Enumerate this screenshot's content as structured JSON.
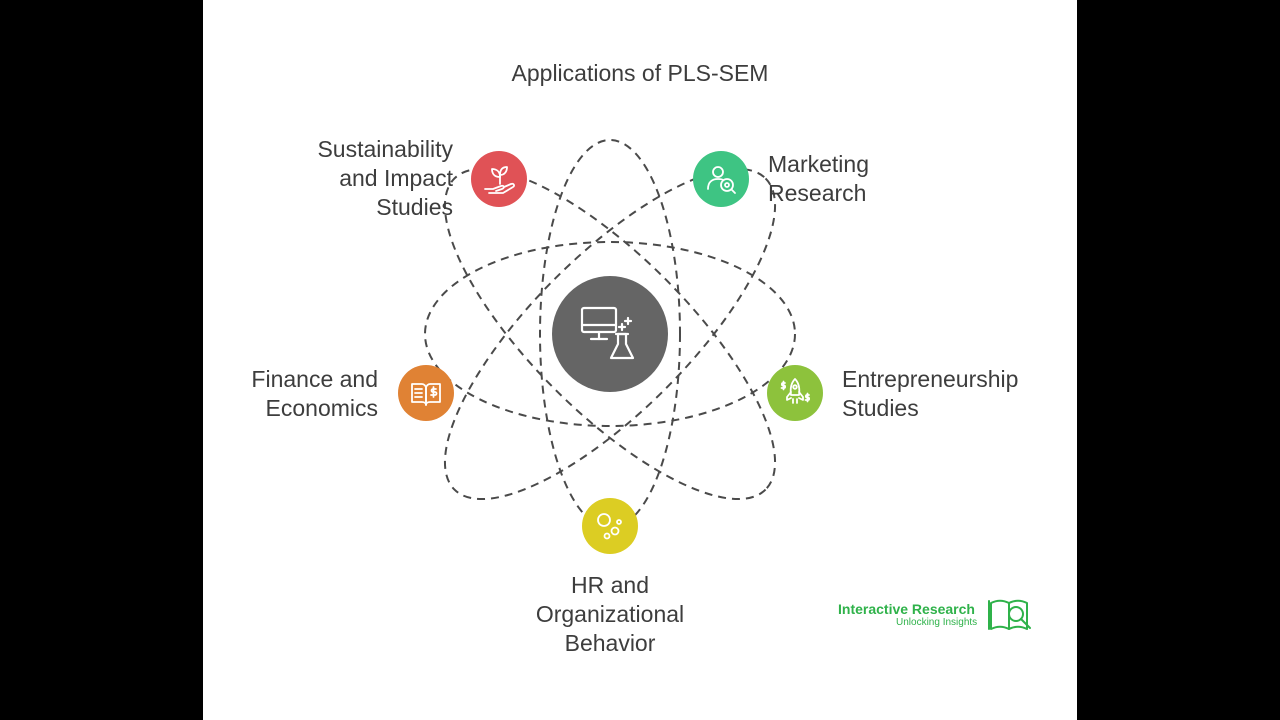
{
  "diagram": {
    "title": "Applications of PLS-SEM",
    "center": {
      "icon": "computer-lab-flask-icon",
      "color": "#656565"
    },
    "nodes": [
      {
        "id": "sustainability",
        "label": "Sustainability\nand Impact\nStudies",
        "color": "#e05256",
        "icon": "plant-in-hand-icon"
      },
      {
        "id": "marketing",
        "label": "Marketing\nResearch",
        "color": "#3ec483",
        "icon": "user-target-icon"
      },
      {
        "id": "finance",
        "label": "Finance and\nEconomics",
        "color": "#e08234",
        "icon": "finance-book-icon"
      },
      {
        "id": "entrepreneurship",
        "label": "Entrepreneurship\nStudies",
        "color": "#8dc23c",
        "icon": "rocket-dollar-icon"
      },
      {
        "id": "hr",
        "label": "HR and\nOrganizational\nBehavior",
        "color": "#dccd23",
        "icon": "bubbles-icon"
      }
    ]
  },
  "logo": {
    "name": "Interactive Research",
    "tagline": "Unlocking Insights",
    "color": "#2fb24a"
  }
}
